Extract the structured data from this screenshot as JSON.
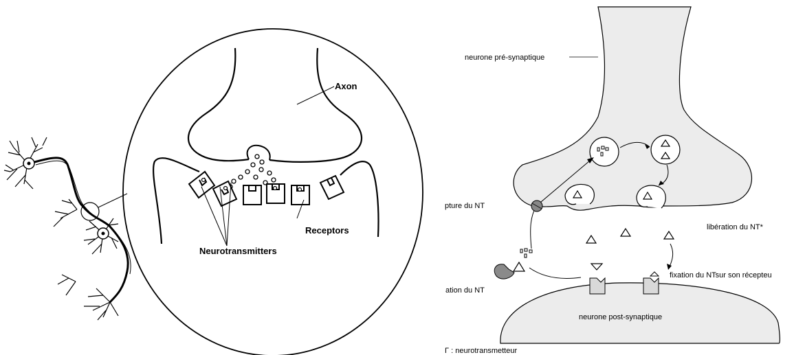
{
  "left_panel": {
    "axon_label": "Axon",
    "receptors_label": "Receptors",
    "neurotransmitters_label": "Neurotransmitters"
  },
  "right_panel": {
    "presynaptic_label": "neurone pré-synaptique",
    "capture_label": "pture du NT",
    "liberation_label": "libération du NT*",
    "degradation_label": "ation du NT",
    "fixation_label": "fixation du NTsur son récepteu",
    "postsynaptic_label": "neurone post-synaptique",
    "footnote": "Γ : neurotransmetteur"
  },
  "colors": {
    "neuron_fill": "#ececec",
    "receptor_fill": "#d9d9d9",
    "transporter_fill": "#888888",
    "enzyme_fill": "#8a8a8a"
  }
}
